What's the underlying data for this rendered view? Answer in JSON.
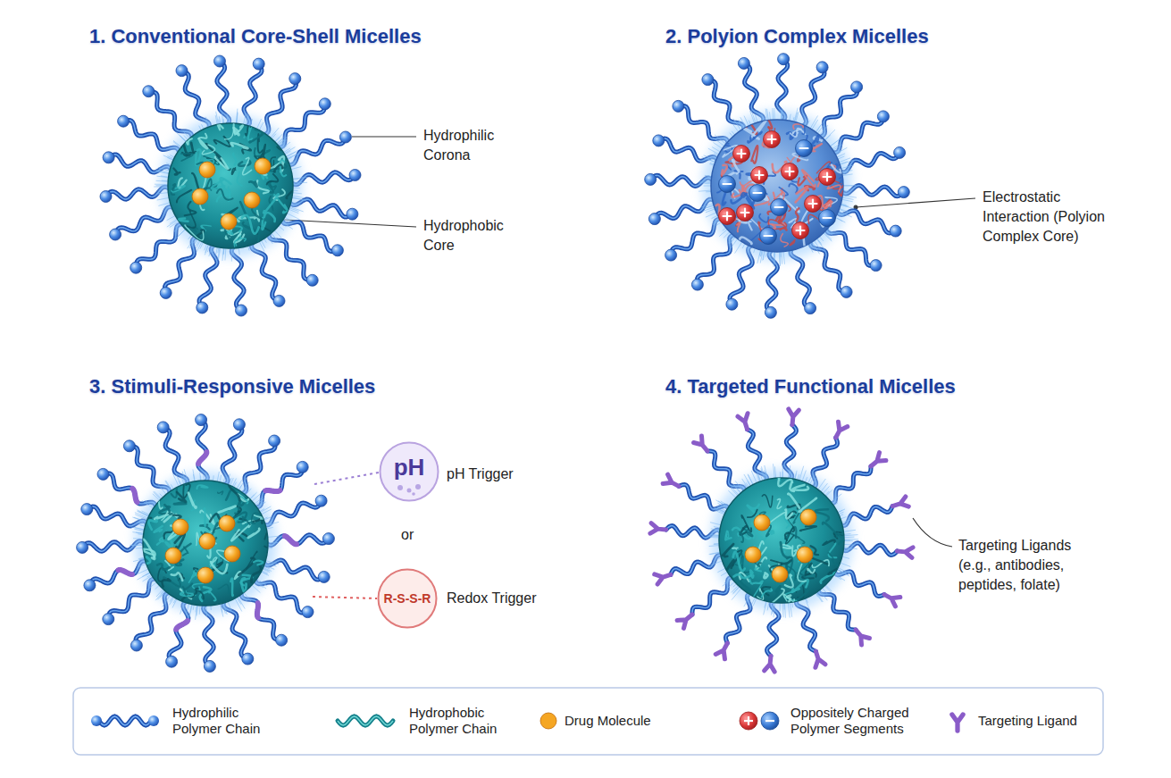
{
  "diagram": {
    "nodes": [
      {
        "text": [
          "pH"
        ]
      },
      {
        "text": [
          "R-S-S-R"
        ]
      }
    ],
    "labels": [
      "1. Conventional Core-Shell Micelles",
      "Hydrophilic Corona",
      "Hydrophobic Core",
      "2. Polyion Complex Micelles",
      "Electrostatic Interaction (Polyion Complex Core)",
      "3. Stimuli-Responsive Micelles",
      "pH Trigger",
      "or",
      "Redox Trigger",
      "4. Targeted Functional Micelles",
      "Targeting Ligands (e.g., antibodies, peptides, folate)"
    ],
    "legend": [
      {
        "text": "Hydrophilic Polymer Chain"
      },
      {
        "text": "Hydrophobic Polymer Chain"
      },
      {
        "text": "Drug Molecule",
        "color": "#f5a623"
      },
      {
        "text": "Oppositely Charged Polymer Segments"
      },
      {
        "text": "Targeting Ligand"
      }
    ]
  }
}
